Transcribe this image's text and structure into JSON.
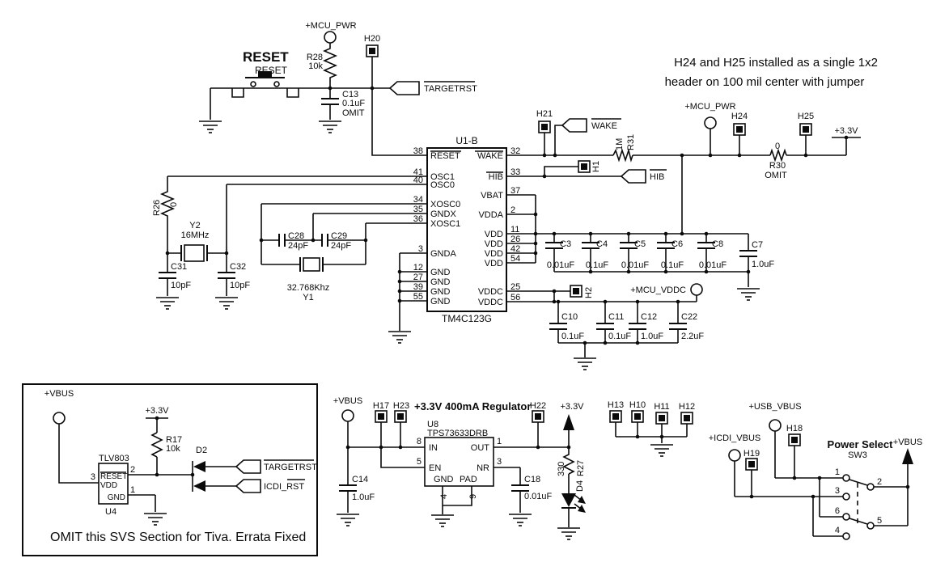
{
  "note": {
    "line1": "H24 and H25 installed as a single 1x2",
    "line2": "header on 100 mil center with jumper"
  },
  "reset_section": {
    "title": "RESET",
    "button_label": "RESET",
    "power_label": "+MCU_PWR",
    "r28_ref": "R28",
    "r28_val": "10k",
    "c13_ref": "C13",
    "c13_val": "0.1uF",
    "c13_note": "OMIT",
    "h20": "H20",
    "target_flag": "TARGETRST"
  },
  "u1b": {
    "ref": "U1-B",
    "part": "TM4C123G",
    "left_pins": [
      {
        "num": "38",
        "name": "RESET"
      },
      {
        "num": "41",
        "name": "OSC1"
      },
      {
        "num": "40",
        "name": "OSC0"
      },
      {
        "num": "34",
        "name": "XOSC0"
      },
      {
        "num": "35",
        "name": "GNDX"
      },
      {
        "num": "36",
        "name": "XOSC1"
      },
      {
        "num": "3",
        "name": "GNDA"
      },
      {
        "num": "12",
        "name": "GND"
      },
      {
        "num": "27",
        "name": "GND"
      },
      {
        "num": "39",
        "name": "GND"
      },
      {
        "num": "55",
        "name": "GND"
      }
    ],
    "right_pins": [
      {
        "num": "32",
        "name": "WAKE"
      },
      {
        "num": "33",
        "name": "HIB"
      },
      {
        "num": "37",
        "name": "VBAT"
      },
      {
        "num": "2",
        "name": "VDDA"
      },
      {
        "num": "11",
        "name": "VDD"
      },
      {
        "num": "26",
        "name": "VDD"
      },
      {
        "num": "42",
        "name": "VDD"
      },
      {
        "num": "54",
        "name": "VDD"
      },
      {
        "num": "25",
        "name": "VDDC"
      },
      {
        "num": "56",
        "name": "VDDC"
      }
    ]
  },
  "osc": {
    "r26_ref": "R26",
    "r26_val": "0",
    "y2_ref": "Y2",
    "y2_val": "16MHz",
    "c31_ref": "C31",
    "c31_val": "10pF",
    "c32_ref": "C32",
    "c32_val": "10pF",
    "c28_ref": "C28",
    "c28_val": "24pF",
    "c29_ref": "C29",
    "c29_val": "24pF",
    "y1_val": "32.768Khz",
    "y1_ref": "Y1"
  },
  "top_right": {
    "h21": "H21",
    "wake_flag": "WAKE",
    "h1": "H1",
    "hib_flag": "HIB",
    "r31_val": "1M",
    "r31_ref": "R31",
    "power_label": "+MCU_PWR",
    "h24": "H24",
    "h25": "H25",
    "r30_val": "0",
    "r30_ref": "R30",
    "r30_note": "OMIT",
    "v33": "+3.3V"
  },
  "vdd_caps": [
    {
      "ref": "C3",
      "val": "0.01uF"
    },
    {
      "ref": "C4",
      "val": "0.1uF"
    },
    {
      "ref": "C5",
      "val": "0.01uF"
    },
    {
      "ref": "C6",
      "val": "0.1uF"
    },
    {
      "ref": "C8",
      "val": "0.01uF"
    },
    {
      "ref": "C7",
      "val": "1.0uF"
    }
  ],
  "vddc": {
    "h2": "H2",
    "power_label": "+MCU_VDDC",
    "caps": [
      {
        "ref": "C10",
        "val": "0.1uF"
      },
      {
        "ref": "C11",
        "val": "0.1uF"
      },
      {
        "ref": "C12",
        "val": "1.0uF"
      },
      {
        "ref": "C22",
        "val": "2.2uF"
      }
    ]
  },
  "svs": {
    "vbus": "+VBUS",
    "v33": "+3.3V",
    "r17_ref": "R17",
    "r17_val": "10k",
    "part": "TLV803",
    "ref": "U4",
    "pin_reset": "RESET",
    "pin_vdd": "VDD",
    "pin_gnd": "GND",
    "n1": "1",
    "n2": "2",
    "n3": "3",
    "d2": "D2",
    "target_flag": "TARGETRST",
    "icdi_flag": "ICDI_RST",
    "caption": "OMIT this SVS Section for Tiva.  Errata Fixed"
  },
  "regulator": {
    "title": "+3.3V  400mA  Regulator",
    "vbus": "+VBUS",
    "h17": "H17",
    "h23": "H23",
    "h22": "H22",
    "v33": "+3.3V",
    "ref": "U8",
    "part": "TPS73633DRB",
    "pin_in": "IN",
    "pin_en": "EN",
    "pin_out": "OUT",
    "pin_nr": "NR",
    "pin_gnd": "GND",
    "pin_pad": "PAD",
    "n8": "8",
    "n5": "5",
    "n1": "1",
    "n3": "3",
    "n4": "4",
    "n9": "9",
    "c14_ref": "C14",
    "c14_val": "1.0uF",
    "c18_ref": "C18",
    "c18_val": "0.01uF",
    "r27_val": "330",
    "r27_ref": "R27",
    "d4": "D4"
  },
  "gnd_headers": {
    "h13": "H13",
    "h10": "H10",
    "h11": "H11",
    "h12": "H12"
  },
  "power_select": {
    "title": "Power Select",
    "ref": "SW3",
    "usb": "+USB_VBUS",
    "icdi": "+ICDI_VBUS",
    "vbus": "+VBUS",
    "h18": "H18",
    "h19": "H19",
    "p1": "1",
    "p2": "2",
    "p3": "3",
    "p4": "4",
    "p5": "5",
    "p6": "6"
  }
}
